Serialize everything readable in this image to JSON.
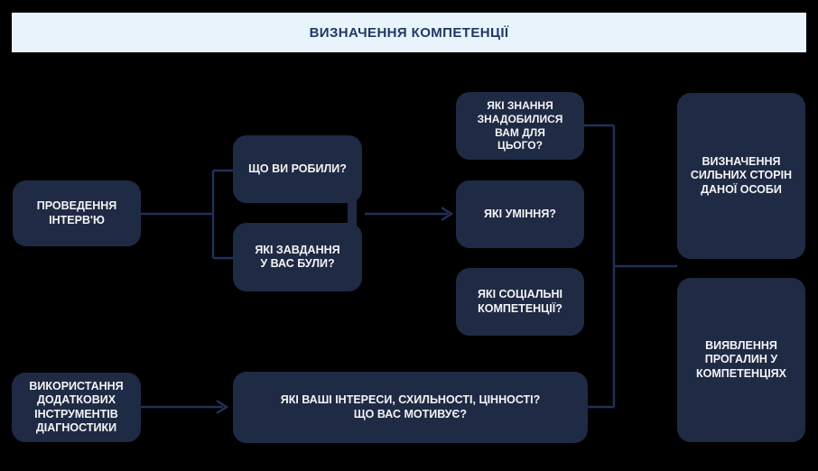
{
  "title": "ВИЗНАЧЕННЯ КОМПЕТЕНЦІЇ",
  "colors": {
    "background": "#000000",
    "node_fill": "#1f2a45",
    "node_text": "#f4f4f4",
    "line": "#20305a",
    "title_bg": "#e9f3fc",
    "title_text": "#1f3864"
  },
  "nodes": {
    "interview": {
      "label": "ПРОВЕДЕННЯ\nІНТЕРВ'Ю"
    },
    "what_did": {
      "label": "ЩО ВИ РОБИЛИ?"
    },
    "tasks": {
      "label": "ЯКІ ЗАВДАННЯ\nУ ВАС БУЛИ?"
    },
    "knowledge": {
      "label": "ЯКІ ЗНАННЯ\nЗНАДОБИЛИСЯ\nВАМ ДЛЯ\nЦЬОГО?"
    },
    "skills": {
      "label": "ЯКІ УМІННЯ?"
    },
    "social": {
      "label": "ЯКІ СОЦІАЛЬНІ\nКОМПЕТЕНЦІЇ?"
    },
    "strengths": {
      "label": "ВИЗНАЧЕННЯ\nСИЛЬНИХ СТОРІН\nДАНОЇ ОСОБИ"
    },
    "gaps": {
      "label": "ВИЯВЛЕННЯ\nПРОГАЛИН У\nКОМПЕТЕНЦІЯХ"
    },
    "tools": {
      "label": "ВИКОРИСТАННЯ\nДОДАТКОВИХ\nІНСТРУМЕНТІВ\nДІАГНОСТИКИ"
    },
    "interests": {
      "label": "ЯКІ ВАШІ ІНТЕРЕСИ, СХИЛЬНОСТІ, ЦІННОСТІ?\nЩО ВАС МОТИВУЄ?"
    }
  }
}
